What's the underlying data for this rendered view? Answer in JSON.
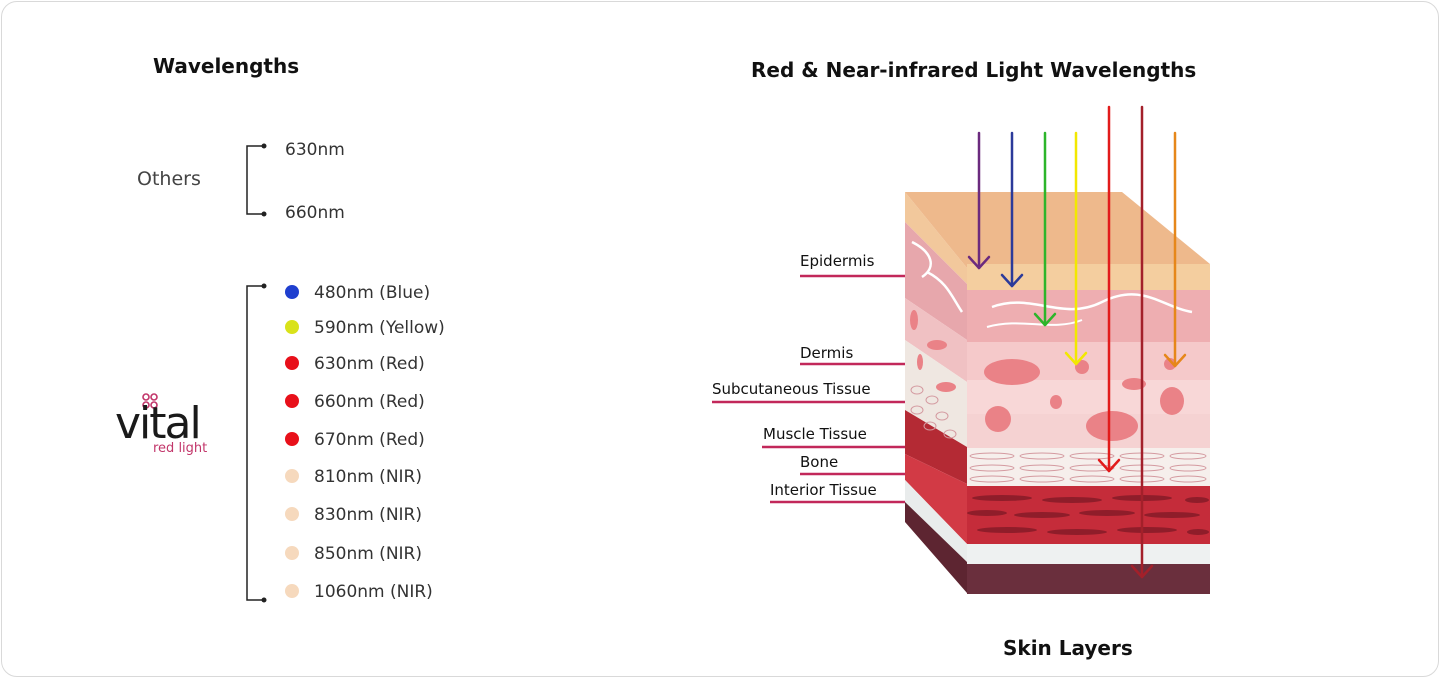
{
  "left_title": "Wavelengths",
  "right_title": "Red & Near-infrared Light Wavelengths",
  "bottom_title": "Skin Layers",
  "others": {
    "label": "Others",
    "items": [
      "630nm",
      "660nm"
    ]
  },
  "vital_wavelengths": [
    {
      "label": "480nm (Blue)",
      "color": "#1f3fcf"
    },
    {
      "label": "590nm (Yellow)",
      "color": "#d9e21a"
    },
    {
      "label": "630nm (Red)",
      "color": "#e8101a"
    },
    {
      "label": "660nm (Red)",
      "color": "#e8101a"
    },
    {
      "label": "670nm (Red)",
      "color": "#e8101a"
    },
    {
      "label": "810nm (NIR)",
      "color": "#f6d9bd"
    },
    {
      "label": "830nm (NIR)",
      "color": "#f6d9bd"
    },
    {
      "label": "850nm (NIR)",
      "color": "#f6d9bd"
    },
    {
      "label": "1060nm (NIR)",
      "color": "#f6d9bd"
    }
  ],
  "logo": {
    "word": "vital",
    "sub": "red light",
    "accent": "#c2366a"
  },
  "skin_layers": [
    "Epidermis",
    "Dermis",
    "Subcutaneous Tissue",
    "Muscle Tissue",
    "Bone",
    "Interior Tissue"
  ],
  "arrow_colors": [
    "#6b2a7e",
    "#2b3a9a",
    "#2db52a",
    "#f2e800",
    "#e21b1b",
    "#a3202a",
    "#e6871a"
  ],
  "leader_color": "#c2285a"
}
